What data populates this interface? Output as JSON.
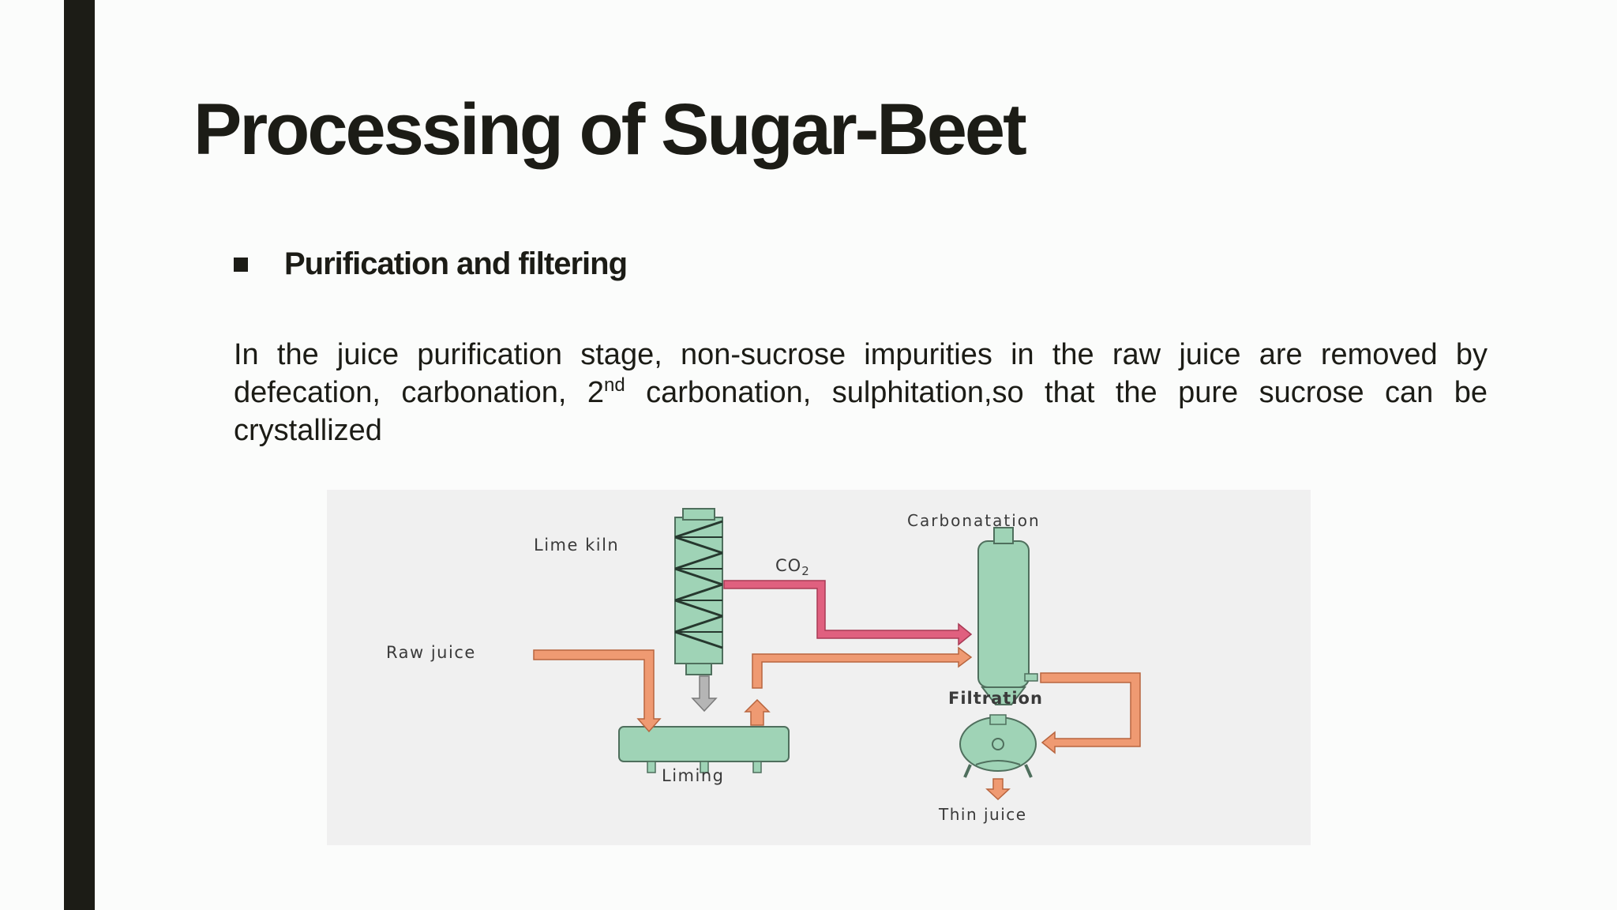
{
  "slide": {
    "title": "Processing of Sugar-Beet",
    "bullet": "Purification and filtering",
    "para_before_ordinal": "In the juice purification stage, non-sucrose impurities in the raw juice are removed by defecation, carbonation, 2",
    "ordinal_suffix": "nd",
    "para_after_ordinal": " carbonation, sulphitation,so that the pure sucrose can be crystallized"
  },
  "diagram": {
    "labels": {
      "lime_kiln": "Lime kiln",
      "co2_main": "CO",
      "co2_sub": "2",
      "carbonatation": "Carbonatation",
      "raw_juice": "Raw juice",
      "filtration": "Filtration",
      "liming": "Liming",
      "thin_juice": "Thin juice"
    },
    "colors": {
      "equipment": "#9fd3b6",
      "co2_arrow": "#e0607f",
      "juice_arrow": "#ef9a72",
      "lime_arrow": "#b5b5b5"
    }
  }
}
